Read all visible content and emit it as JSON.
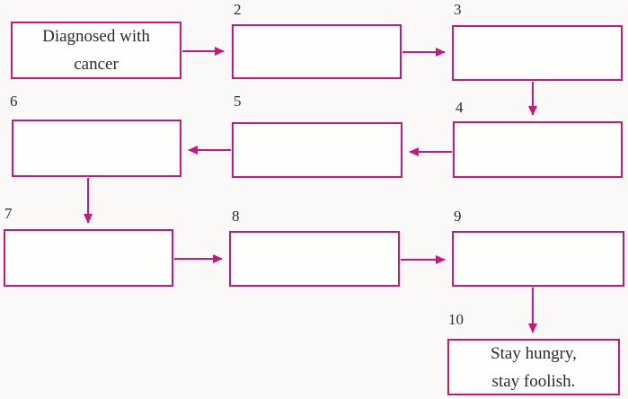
{
  "diagram": {
    "type": "flowchart",
    "boxes": [
      {
        "key": "box-1",
        "number": "",
        "lines": [
          "Diagnosed with",
          "cancer"
        ]
      },
      {
        "key": "box-2",
        "number": "2",
        "lines": []
      },
      {
        "key": "box-3",
        "number": "3",
        "lines": []
      },
      {
        "key": "box-4",
        "number": "4",
        "lines": []
      },
      {
        "key": "box-5",
        "number": "5",
        "lines": []
      },
      {
        "key": "box-6",
        "number": "6",
        "lines": []
      },
      {
        "key": "box-7",
        "number": "7",
        "lines": []
      },
      {
        "key": "box-8",
        "number": "8",
        "lines": []
      },
      {
        "key": "box-9",
        "number": "9",
        "lines": []
      },
      {
        "key": "box-10",
        "number": "10",
        "lines": [
          "Stay hungry,",
          "stay foolish."
        ]
      }
    ],
    "flow_order": "1 → 2 → 3 → 4 → 5 → 6 → 7 → 8 → 9 → 10",
    "colors": {
      "accent": "#C9187C",
      "text": "#2B2B2B",
      "background": "#FBF9F7",
      "box_fill": "#FEFEFD"
    }
  }
}
